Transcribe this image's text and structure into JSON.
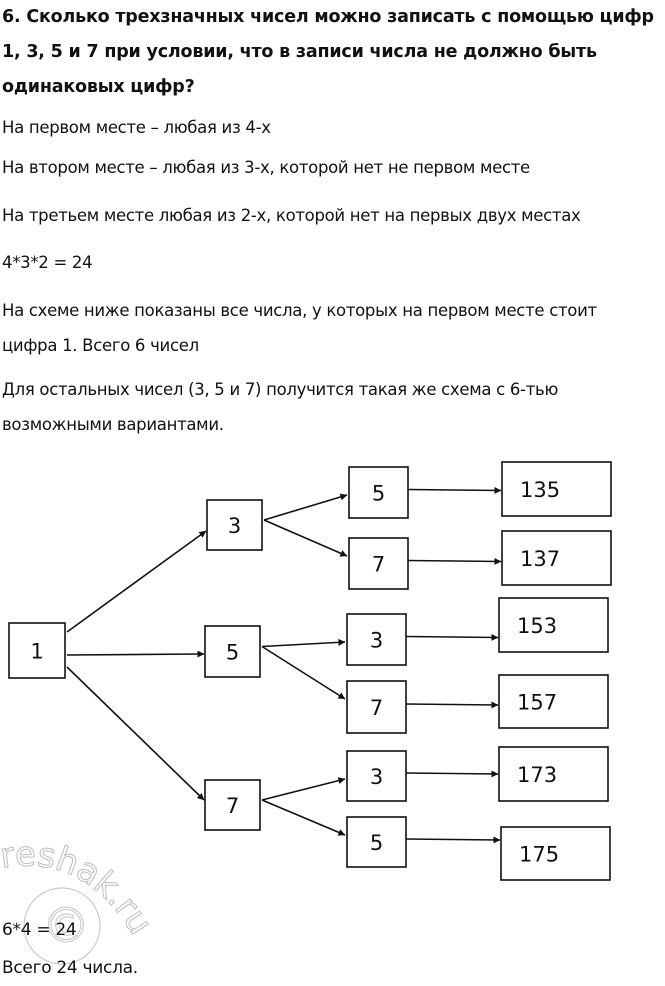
{
  "problem": {
    "title_lines": [
      "6. Сколько трехзначных чисел можно записать с помощью цифр",
      "1, 3, 5 и 7 при условии, что в записи числа не должно быть",
      "одинаковых цифр?"
    ]
  },
  "solution": {
    "paragraphs": [
      "На первом месте – любая из 4-х",
      "На втором месте – любая из 3-х, которой нет не первом месте",
      "На третьем месте любая из 2-х, которой нет на первых двух местах",
      "4*3*2 = 24"
    ],
    "scheme_note_lines": [
      "На схеме ниже показаны все числа, у которых на первом месте стоит",
      "цифра 1. Всего 6 чисел"
    ],
    "others_note_lines": [
      "Для остальных чисел (3, 5 и 7) получится такая же схема с 6-тью",
      "возможными вариантами."
    ],
    "final_formula": "6*4 = 24",
    "final_answer": "Всего 24 числа."
  },
  "tree": {
    "root": "1",
    "branches": [
      {
        "second": "3",
        "thirds": [
          {
            "digit": "5",
            "result": "135"
          },
          {
            "digit": "7",
            "result": "137"
          }
        ]
      },
      {
        "second": "5",
        "thirds": [
          {
            "digit": "3",
            "result": "153"
          },
          {
            "digit": "7",
            "result": "157"
          }
        ]
      },
      {
        "second": "7",
        "thirds": [
          {
            "digit": "3",
            "result": "173"
          },
          {
            "digit": "5",
            "result": "175"
          }
        ]
      }
    ]
  },
  "watermark": {
    "text": "reshak.ru",
    "symbol": "©"
  }
}
